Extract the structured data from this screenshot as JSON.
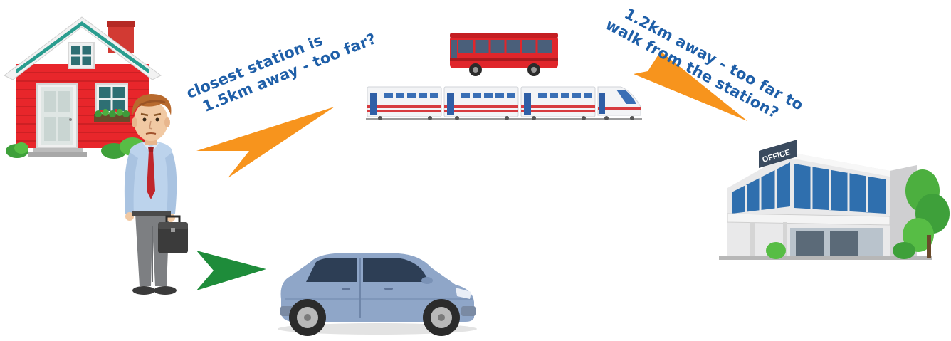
{
  "annotations": {
    "left_callout": {
      "line1": "closest station is",
      "line2": "1.5km away - too far?"
    },
    "right_callout": {
      "line1": "1.2km away - too far to",
      "line2": "walk from the station?"
    }
  },
  "office_sign": "OFFICE",
  "icons": [
    "house-icon",
    "businessman-icon",
    "car-icon",
    "bus-icon",
    "train-icon",
    "office-building-icon",
    "arrow-icon"
  ],
  "colors": {
    "callout_arrow": "#f7941d",
    "car_arrow": "#1e8c3a",
    "label_text": "#1f5fa8",
    "house_wall": "#e8262b",
    "bus_body": "#e0262b",
    "car_body": "#8fa6c8"
  }
}
